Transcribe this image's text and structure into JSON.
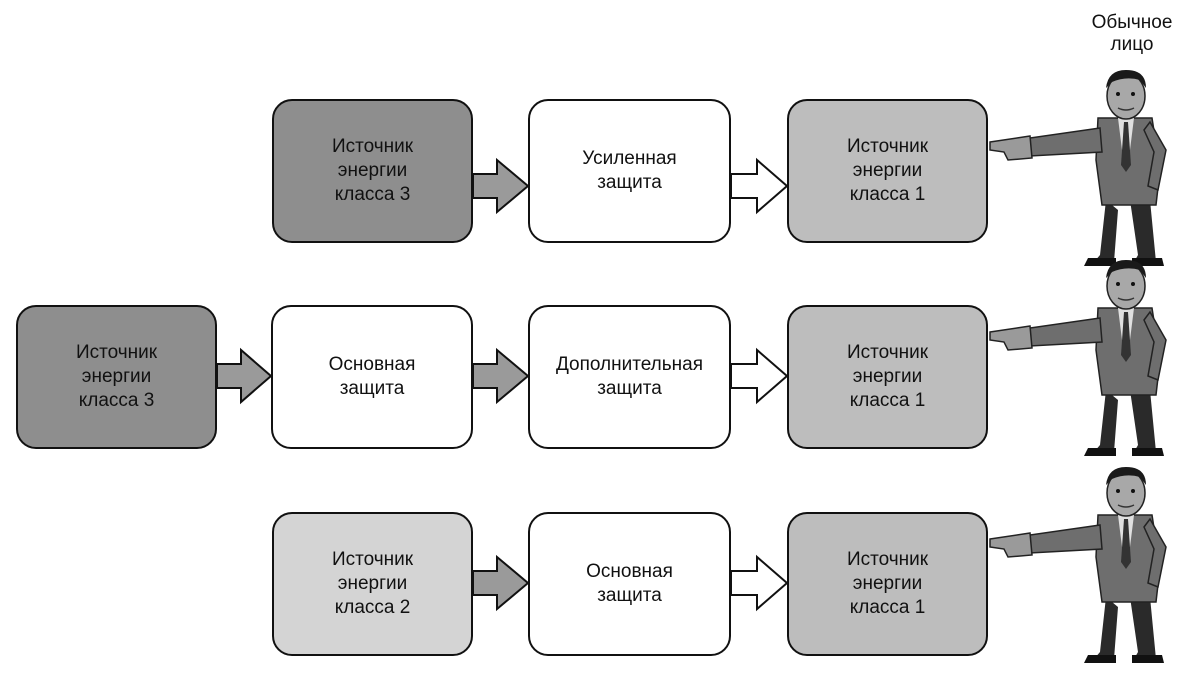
{
  "colors": {
    "class3": "#8e8e8e",
    "class2": "#d4d4d4",
    "class1": "#bdbdbd",
    "protection": "#ffffff",
    "arrow_filled": "#9a9a9a",
    "arrow_hollow": "#ffffff",
    "stroke": "#111111"
  },
  "person_label": "Обычное\nлицо",
  "rows": [
    {
      "source": "Источник\nэнергии\nкласса 3",
      "protections": [
        "Усиленная\nзащита"
      ],
      "target": "Источник\nэнергии\nкласса 1"
    },
    {
      "source": "Источник\nэнергии\nкласса 3",
      "protections": [
        "Основная\nзащита",
        "Дополнительная\nзащита"
      ],
      "target": "Источник\nэнергии\nкласса 1"
    },
    {
      "source": "Источник\nэнергии\nкласса 2",
      "protections": [
        "Основная\nзащита"
      ],
      "target": "Источник\nэнергии\nкласса 1"
    }
  ]
}
